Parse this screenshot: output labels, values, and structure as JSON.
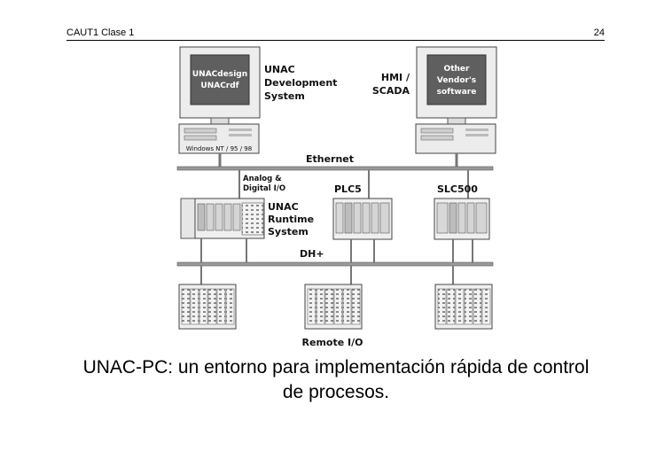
{
  "header": {
    "left": "CAUT1 Clase 1",
    "page_number": "24"
  },
  "diagram": {
    "pc_left": {
      "screen_line1": "UNACdesign",
      "screen_line2": "UNACrdf",
      "label_line1": "UNAC",
      "label_line2": "Development",
      "label_line3": "System",
      "os_label": "Windows NT / 95 / 98"
    },
    "pc_right": {
      "screen_line1": "Other",
      "screen_line2": "Vendor's",
      "screen_line3": "software",
      "label_line1": "HMI /",
      "label_line2": "SCADA"
    },
    "ethernet_label": "Ethernet",
    "analog_label_line1": "Analog &",
    "analog_label_line2": "Digital I/O",
    "runtime_label_line1": "UNAC",
    "runtime_label_line2": "Runtime",
    "runtime_label_line3": "System",
    "plc5_label": "PLC5",
    "slc500_label": "SLC500",
    "dhplus_label": "DH+",
    "remote_io_label": "Remote I/O"
  },
  "caption": {
    "line1": "UNAC-PC: un entorno para implementación rápida de control",
    "line2": "de procesos."
  },
  "colors": {
    "screen_dark": "#5f5f5f",
    "device_light": "#ececec",
    "bus_gray": "#9a9a9a"
  }
}
